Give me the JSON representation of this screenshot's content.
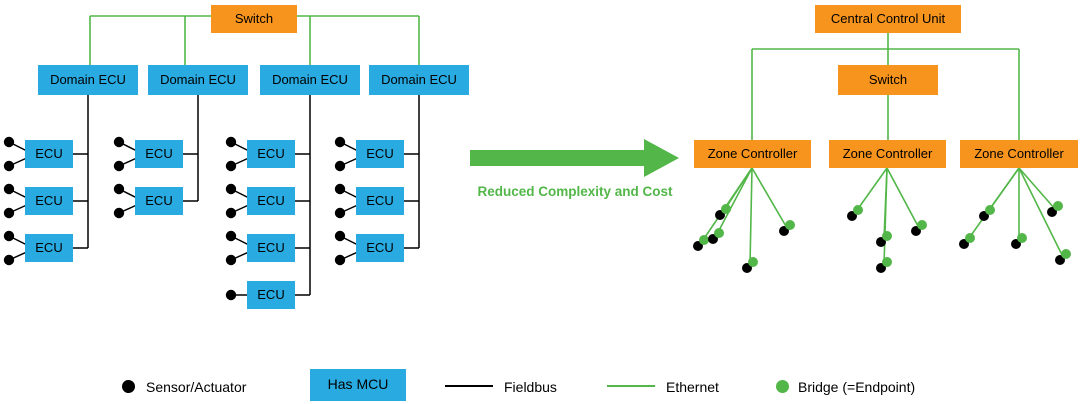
{
  "left": {
    "switch": "Switch",
    "domains": [
      {
        "label": "Domain ECU",
        "ecus": [
          "ECU",
          "ECU",
          "ECU"
        ]
      },
      {
        "label": "Domain ECU",
        "ecus": [
          "ECU",
          "ECU"
        ]
      },
      {
        "label": "Domain ECU",
        "ecus": [
          "ECU",
          "ECU",
          "ECU",
          "ECU"
        ]
      },
      {
        "label": "Domain ECU",
        "ecus": [
          "ECU",
          "ECU",
          "ECU"
        ]
      }
    ]
  },
  "transition": {
    "label": "Reduced Complexity and Cost"
  },
  "right": {
    "central_control_unit": "Central Control Unit",
    "switch": "Switch",
    "zones": [
      {
        "label": "Zone Controller"
      },
      {
        "label": "Zone Controller"
      },
      {
        "label": "Zone Controller"
      }
    ]
  },
  "legend": {
    "sensor_actuator": "Sensor/Actuator",
    "has_mcu": "Has MCU",
    "fieldbus": "Fieldbus",
    "ethernet": "Ethernet",
    "bridge": "Bridge (=Endpoint)"
  },
  "colors": {
    "orange": "#F7941D",
    "blue": "#29ABE2",
    "green": "#52B748",
    "black": "#000000"
  }
}
